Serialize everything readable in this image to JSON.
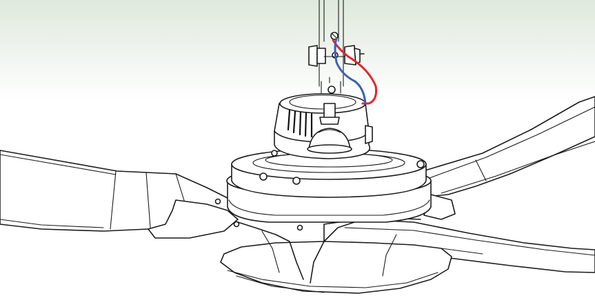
{
  "diagram": {
    "subject": "ceiling-fan-motor-assembly",
    "colors": {
      "background_top": "#dfe9dd",
      "background_bottom": "#ffffff",
      "line": "#1a1a1a",
      "wire_red": "#e0262b",
      "wire_blue": "#3b5fb3"
    },
    "parts": {
      "downrod": "downrod",
      "wires": [
        "red-wire",
        "blue-wire"
      ],
      "motor_housing": "motor-housing",
      "blades": [
        "blade-left",
        "blade-right",
        "blade-front"
      ]
    }
  }
}
